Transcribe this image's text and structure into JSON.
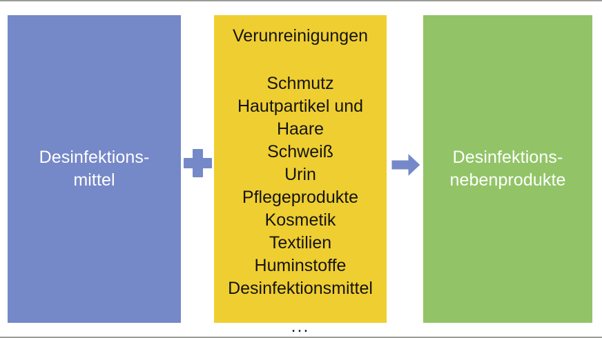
{
  "figure": {
    "type": "process-flow-diagram",
    "language": "de",
    "background_color": "#ffffff",
    "rule_color": "#9b9b95"
  },
  "source_box": {
    "name": "Desinfektionsmittel",
    "label": "Desinfektions-\nmittel",
    "fill_color": "#7588C8",
    "text_color": "#FFFFFF"
  },
  "contaminants_box": {
    "title": "Verunreinigungen",
    "fill_color": "#EFCE31",
    "text_color": "#141414",
    "items": [
      "Schmutz",
      "Hautpartikel und\nHaare",
      "Schweiß",
      "Urin",
      "Pflegeprodukte",
      "Kosmetik",
      "Textilien",
      "Huminstoffe",
      "Desinfektionsmittel"
    ],
    "ellipsis": "..."
  },
  "byproducts_box": {
    "name": "Desinfektionsnebenprodukte",
    "label": "Desinfektions-\nnebenprodukte",
    "fill_color": "#92C467",
    "text_color": "#FFFFFF"
  },
  "connectors": {
    "plus": {
      "icon": "plus-icon",
      "symbol": "+",
      "color": "#7588C8"
    },
    "arrow": {
      "icon": "arrow-right-icon",
      "symbol": "→",
      "color": "#7588C8"
    }
  }
}
